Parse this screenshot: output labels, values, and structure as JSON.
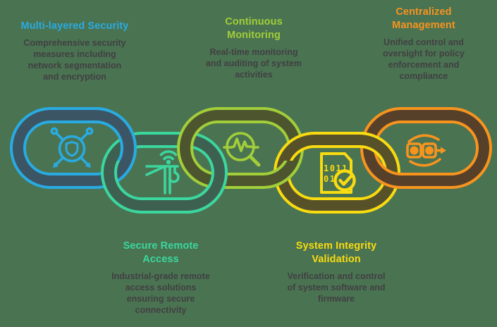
{
  "background": "#4A7352",
  "text_color": "#414042",
  "items": [
    {
      "id": "multi-layered-security",
      "title": "Multi-layered Security",
      "description": "Comprehensive security\nmeasures including\nnetwork segmentation\nand encryption",
      "color": "#29ABE2",
      "dark_color": "#3C5565",
      "icon": "shield-network-icon",
      "position": "top"
    },
    {
      "id": "secure-remote-access",
      "title": "Secure Remote\nAccess",
      "description": "Industrial-grade remote\naccess solutions\nensuring secure\nconnectivity",
      "color": "#3BD79E",
      "dark_color": "#3E6051",
      "icon": "crane-wifi-icon",
      "position": "bottom"
    },
    {
      "id": "continuous-monitoring",
      "title": "Continuous\nMonitoring",
      "description": "Real-time monitoring\nand auditing of system\nactivities",
      "color": "#A2CE39",
      "dark_color": "#4C552E",
      "icon": "pulse-magnifier-icon",
      "position": "top"
    },
    {
      "id": "system-integrity-validation",
      "title": "System Integrity\nValidation",
      "description": "Verification and control\nof system software and\nfirmware",
      "color": "#F8DB10",
      "dark_color": "#57512A",
      "icon": "binary-doc-check-icon",
      "position": "bottom"
    },
    {
      "id": "centralized-management",
      "title": "Centralized\nManagement",
      "description": "Unified control and\noversight for policy\nenforcement and\ncompliance",
      "color": "#F7941E",
      "dark_color": "#57402A",
      "icon": "sync-devices-icon",
      "position": "top"
    }
  ],
  "icon_text": {
    "binary_line1": "1011",
    "binary_line2": "01"
  }
}
